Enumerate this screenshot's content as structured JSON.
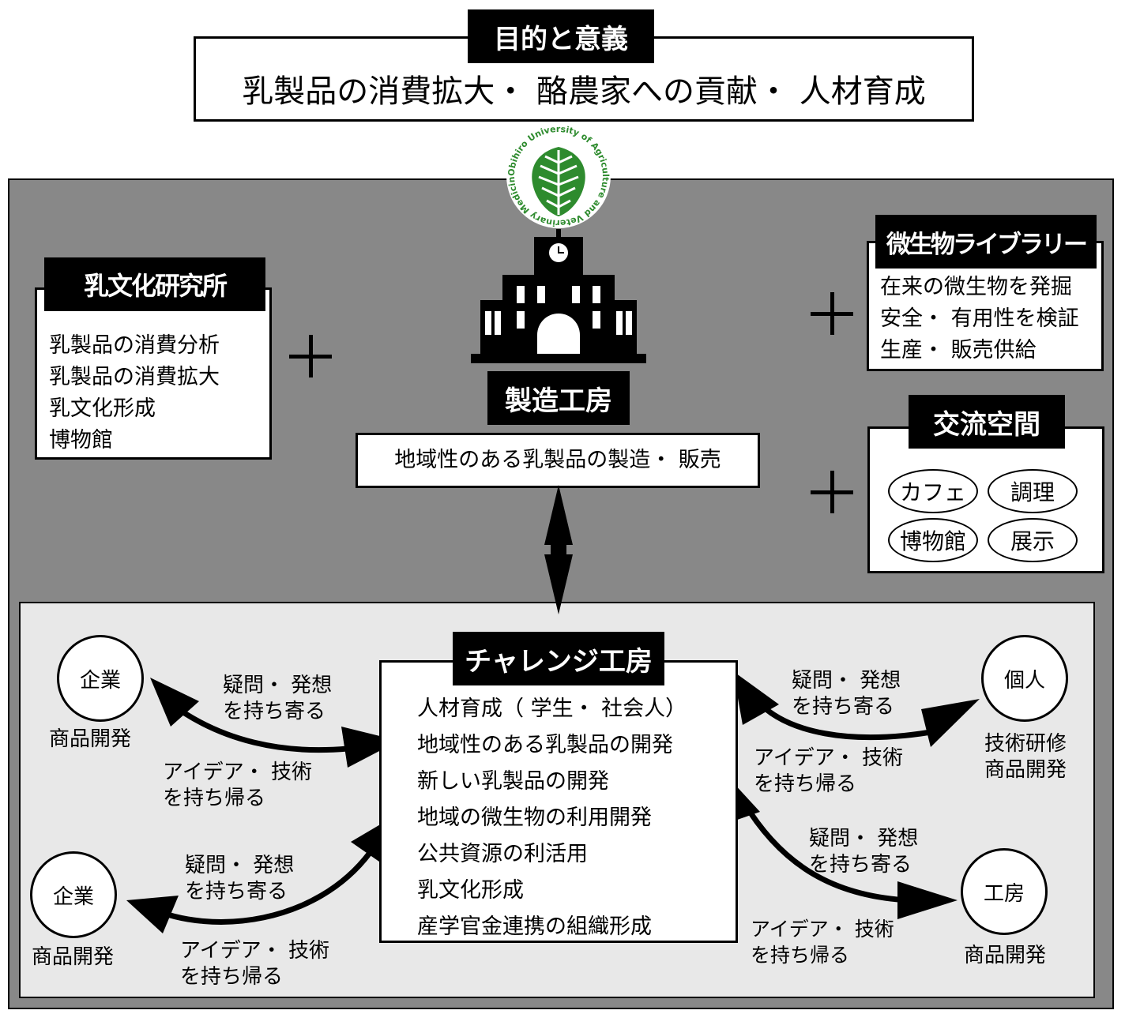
{
  "purpose": {
    "label": "目的と意義",
    "text": "乳製品の消費拡大・ 酪農家への貢献・ 人材育成"
  },
  "logo": {
    "ring_text": "Obihiro University of Agriculture and Veterinary Medicine",
    "leaf_color": "#2e8b2e"
  },
  "dairy_institute": {
    "title": "乳文化研究所",
    "items": [
      "乳製品の消費分析",
      "乳製品の消費拡大",
      "乳文化形成",
      "博物館"
    ]
  },
  "workshop": {
    "title": "製造工房",
    "description": "地域性のある乳製品の製造・ 販売"
  },
  "microbe_library": {
    "title": "微生物ライブラリー",
    "items": [
      "在来の微生物を発掘",
      "安全・ 有用性を検証",
      "生産・ 販売供給"
    ]
  },
  "exchange_space": {
    "title": "交流空間",
    "items": [
      "カフェ",
      "調理",
      "博物館",
      "展示"
    ]
  },
  "challenge": {
    "title": "チャレンジ工房",
    "items": [
      "人材育成（ 学生・ 社会人）",
      "地域性のある乳製品の開発",
      "新しい乳製品の開発",
      "地域の微生物の利用開発",
      "公共資源の利活用",
      "乳文化形成",
      "産学官金連携の組織形成"
    ]
  },
  "partners": {
    "top_left": {
      "name": "企業",
      "role": "商品開発",
      "bring": [
        "疑問・ 発想",
        "を持ち寄る"
      ],
      "take": [
        "アイデア・ 技術",
        "を持ち帰る"
      ]
    },
    "bottom_left": {
      "name": "企業",
      "role": "商品開発",
      "bring": [
        "疑問・ 発想",
        "を持ち寄る"
      ],
      "take": [
        "アイデア・ 技術",
        "を持ち帰る"
      ]
    },
    "top_right": {
      "name": "個人",
      "role": [
        "技術研修",
        "商品開発"
      ],
      "bring": [
        "疑問・ 発想",
        "を持ち寄る"
      ],
      "take": [
        "アイデア・ 技術",
        "を持ち帰る"
      ]
    },
    "bottom_right": {
      "name": "工房",
      "role": "商品開発",
      "bring": [
        "疑問・ 発想",
        "を持ち寄る"
      ],
      "take": [
        "アイデア・ 技術",
        "を持ち帰る"
      ]
    }
  },
  "colors": {
    "outer_panel": "#888888",
    "inner_panel": "#e8e8e8",
    "dark": "#000000",
    "white": "#ffffff"
  }
}
